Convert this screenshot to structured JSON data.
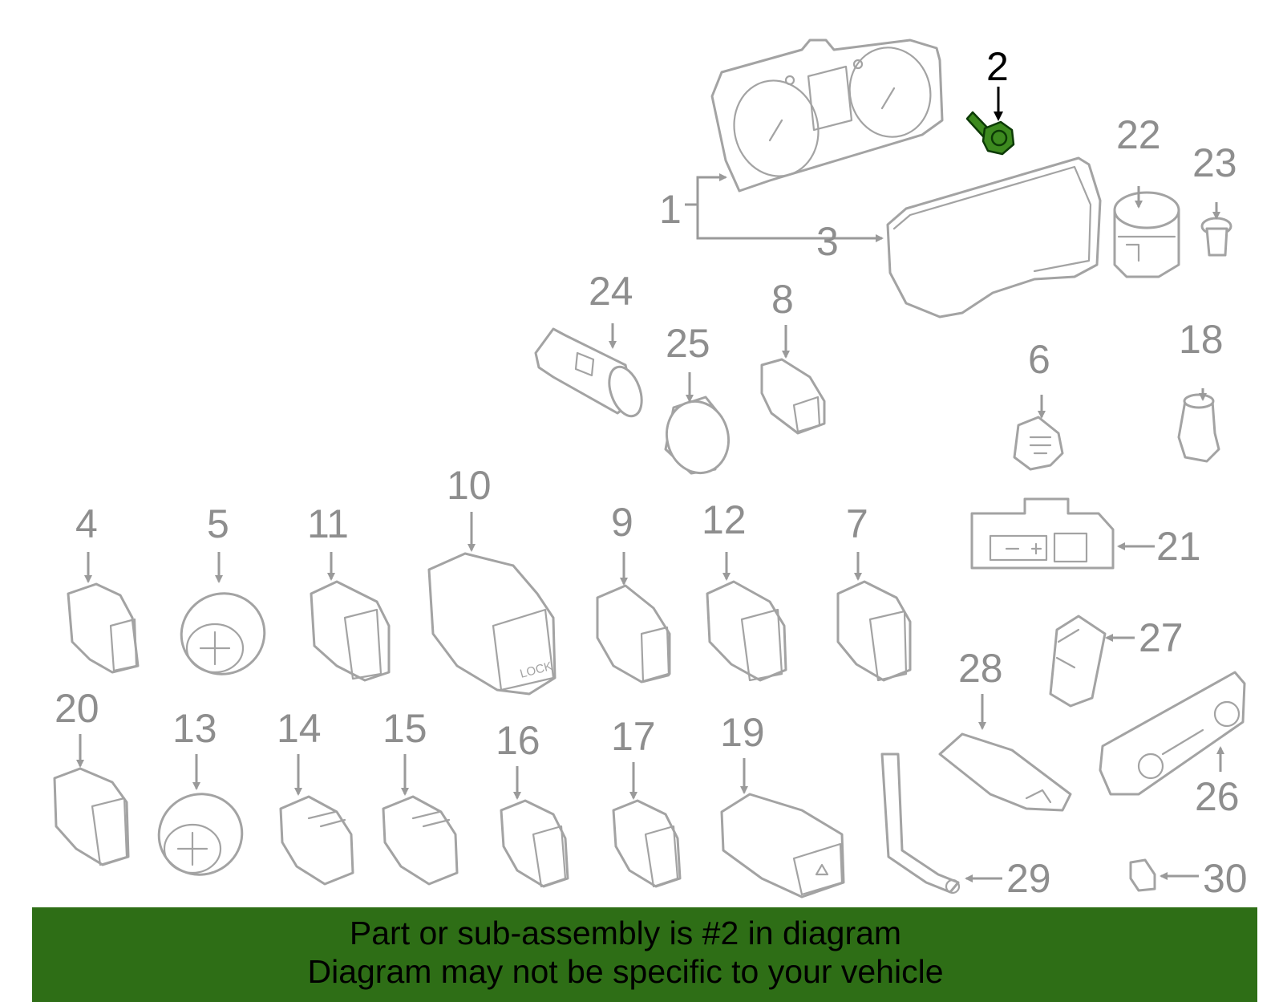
{
  "diagram": {
    "highlight_part": "2",
    "highlight_color": "#2e6e16",
    "part_labels": [
      "1",
      "2",
      "3",
      "4",
      "5",
      "6",
      "7",
      "8",
      "9",
      "10",
      "11",
      "12",
      "13",
      "14",
      "15",
      "16",
      "17",
      "18",
      "19",
      "20",
      "21",
      "22",
      "23",
      "24",
      "25",
      "26",
      "27",
      "28",
      "29",
      "30"
    ],
    "lock_text": "LOCK"
  },
  "footer": {
    "line1": "Part or sub-assembly is #2 in diagram",
    "line2": "Diagram may not be specific to your vehicle"
  }
}
